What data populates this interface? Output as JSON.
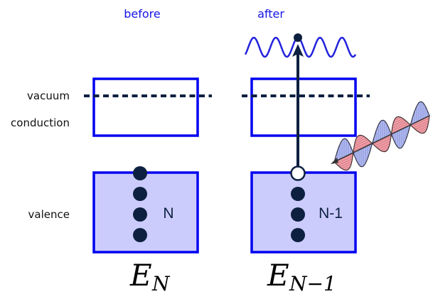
{
  "colors": {
    "band_border": "#0000f0",
    "valence_fill": "#ccccfc",
    "electron": "#0d2040",
    "vacuum_line": "#0d2040",
    "heading": "#1414e6",
    "free_electron_wave": "#2222dd"
  },
  "row_labels": {
    "vacuum": "vacuum",
    "conduction": "conduction",
    "valence": "valence"
  },
  "panels": [
    {
      "heading": "before",
      "electron_count_label": "N",
      "energy_symbol": "E",
      "energy_subscript": "N",
      "valence_electrons": 4,
      "holes": 0,
      "free_electron": false
    },
    {
      "heading": "after",
      "electron_count_label": "N-1",
      "energy_symbol": "E",
      "energy_subscript": "N−1",
      "valence_electrons": 3,
      "holes": 1,
      "free_electron": true
    }
  ],
  "photon": {
    "description": "incoming-photon-em-wave"
  }
}
